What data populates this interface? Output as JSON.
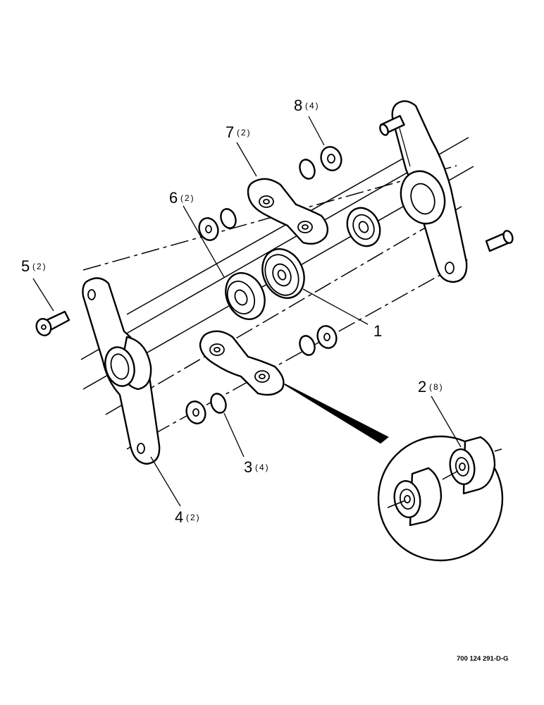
{
  "callouts": [
    {
      "id": "1",
      "num": "1",
      "qty": ""
    },
    {
      "id": "2",
      "num": "2",
      "qty": "(8)"
    },
    {
      "id": "3",
      "num": "3",
      "qty": "(4)"
    },
    {
      "id": "4",
      "num": "4",
      "qty": "(2)"
    },
    {
      "id": "5",
      "num": "5",
      "qty": "(2)"
    },
    {
      "id": "6",
      "num": "6",
      "qty": "(2)"
    },
    {
      "id": "7",
      "num": "7",
      "qty": "(2)"
    },
    {
      "id": "8",
      "num": "8",
      "qty": "(4)"
    }
  ],
  "drawing_id": "700 124 291-D-G"
}
